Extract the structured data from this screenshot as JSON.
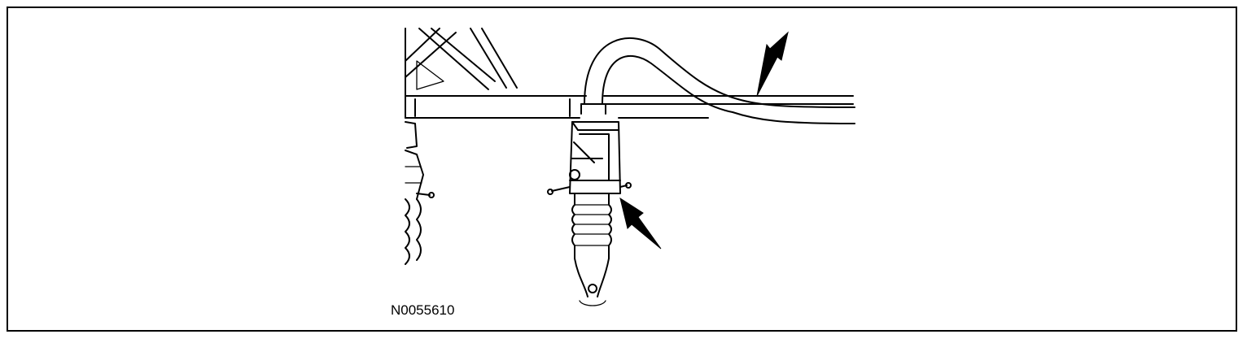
{
  "figure": {
    "id": "N0055610"
  },
  "callouts": [
    {
      "name": "arrow-hose-line",
      "points_to": "hose"
    },
    {
      "name": "arrow-connector-clip",
      "points_to": "connector"
    }
  ],
  "colors": {
    "line": "#000000",
    "background": "#ffffff"
  }
}
